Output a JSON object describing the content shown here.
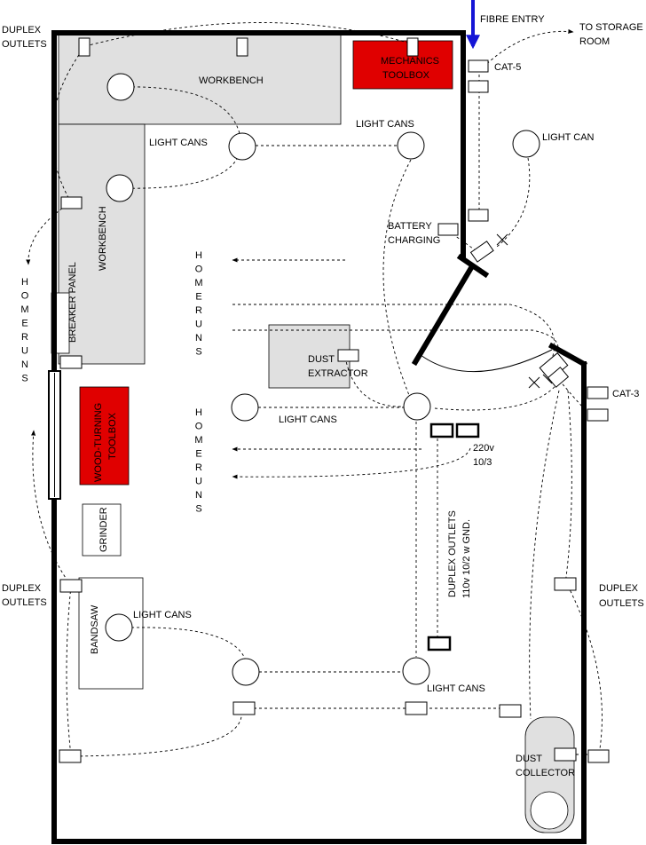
{
  "labels": {
    "fibre_entry": "FIBRE ENTRY",
    "to_storage_1": "TO STORAGE",
    "to_storage_2": "ROOM",
    "cat5": "CAT-5",
    "cat3": "CAT-3",
    "duplex_tl_1": "DUPLEX",
    "duplex_tl_2": "OUTLETS",
    "duplex_ml_1": "DUPLEX",
    "duplex_ml_2": "OUTLETS",
    "duplex_r_1": "DUPLEX",
    "duplex_r_2": "OUTLETS",
    "workbench_top": "WORKBENCH",
    "workbench_left": "WORKBENCH",
    "mechanics_1": "MECHANICS",
    "mechanics_2": "TOOLBOX",
    "light_cans_a": "LIGHT CANS",
    "light_cans_b": "LIGHT CANS",
    "light_can": "LIGHT CAN",
    "light_cans_mid": "LIGHT CANS",
    "light_cans_bl": "LIGHT CANS",
    "light_cans_br": "LIGHT CANS",
    "battery_1": "BATTERY",
    "battery_2": "CHARGING",
    "homeruns_left": "HOMERUNS",
    "homeruns_mid1": "HOMERUNS",
    "homeruns_mid2": "HOMERUNS",
    "breaker_panel": "BREAKER PANEL",
    "dust_extractor_1": "DUST",
    "dust_extractor_2": "EXTRACTOR",
    "wood_turning_1": "WOOD-TURNING",
    "wood_turning_2": "TOOLBOX",
    "v220_1": "220v",
    "v220_2": "10/3",
    "duplex_110_1": "DUPLEX OUTLETS",
    "duplex_110_2": "110v 10/2 w GND.",
    "grinder": "GRINDER",
    "bandsaw": "BANDSAW",
    "dust_collector_1": "DUST",
    "dust_collector_2": "COLLECTOR"
  },
  "colors": {
    "toolbox_red": "#e00000",
    "fixture_gray": "#e0e0e0",
    "fibre_arrow": "#1515d6"
  }
}
